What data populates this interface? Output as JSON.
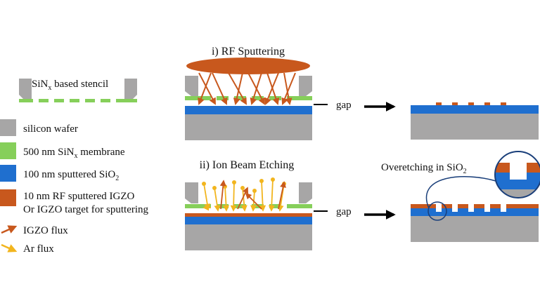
{
  "colors": {
    "silicon": "#a7a6a6",
    "sinx": "#86cf5a",
    "sio2": "#1f6fcf",
    "igzo": "#c8581d",
    "ar": "#f2b51e",
    "black": "#000000"
  },
  "legend": {
    "stencil": {
      "pre": "SiN",
      "sub": "x",
      "post": " based stencil"
    },
    "items": [
      {
        "icon": "silicon-swatch",
        "text": "silicon wafer"
      },
      {
        "icon": "sinx-swatch",
        "pre": "500 nm SiN",
        "sub": "x",
        "post": " membrane"
      },
      {
        "icon": "sio2-swatch",
        "pre": "100 nm sputtered SiO",
        "sub": "2",
        "post": ""
      },
      {
        "icon": "igzo-swatch",
        "text": "10 nm RF sputtered IGZO"
      },
      {
        "text": "Or IGZO target for sputtering"
      },
      {
        "icon": "igzo-flux-arrow",
        "text": "IGZO flux"
      },
      {
        "icon": "ar-flux-arrow",
        "text": "Ar flux"
      }
    ]
  },
  "steps": {
    "rf": {
      "title": "i) RF Sputtering",
      "gap": "gap"
    },
    "ibe": {
      "title": "ii) Ion Beam Etching",
      "gap": "gap"
    }
  },
  "result": {
    "overetch": {
      "pre": "Overetching in SiO",
      "sub": "2",
      "post": ""
    }
  }
}
